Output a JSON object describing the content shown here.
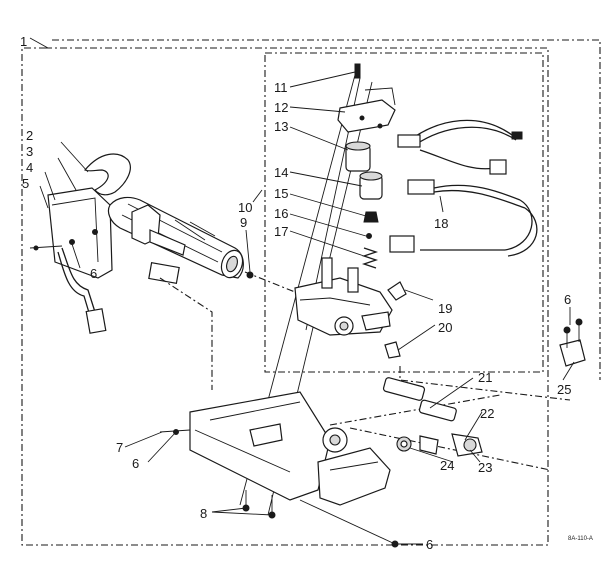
{
  "diagram": {
    "callouts": [
      "1",
      "2",
      "3",
      "4",
      "5",
      "6",
      "7",
      "6",
      "8",
      "6",
      "9",
      "10",
      "11",
      "12",
      "13",
      "14",
      "15",
      "16",
      "17",
      "18",
      "19",
      "20",
      "21",
      "22",
      "23",
      "24",
      "25",
      "6"
    ],
    "drawing_code": "8A-110-A"
  }
}
